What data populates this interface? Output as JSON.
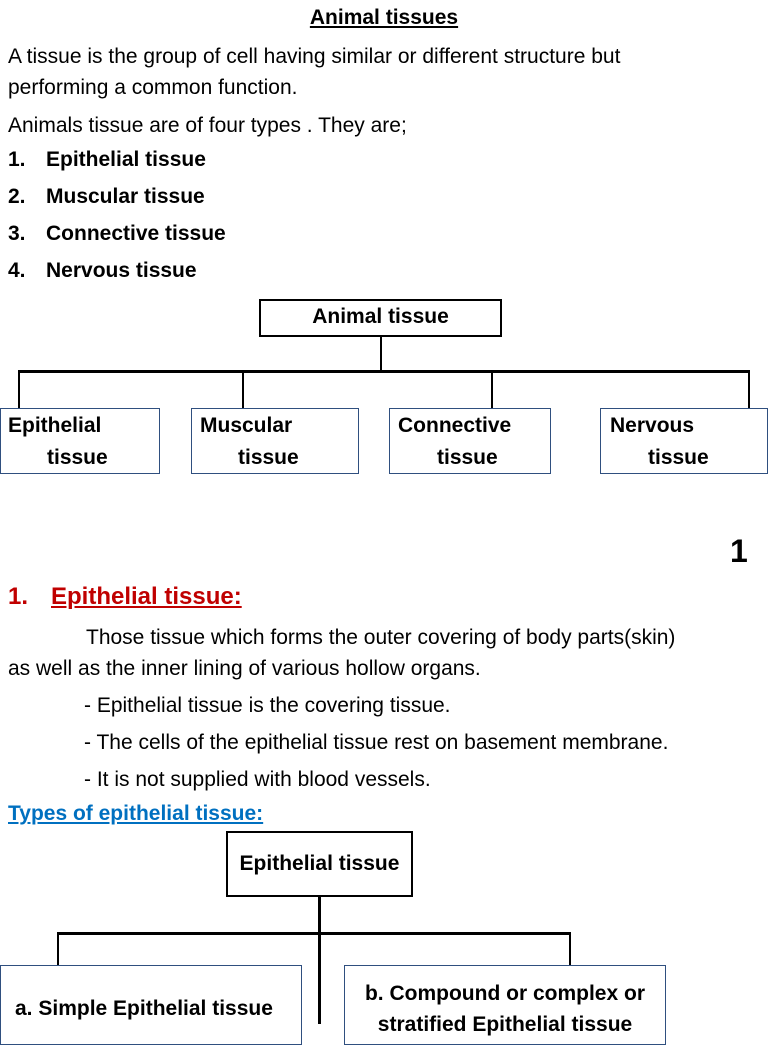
{
  "title": "Animal tissues",
  "intro": {
    "line1": "A tissue is the group of cell having similar or different structure but",
    "line2": "performing a common function.",
    "types_intro": "Animals tissue are of four types . They are;"
  },
  "types_list": [
    {
      "num": "1.",
      "label": "Epithelial tissue"
    },
    {
      "num": "2.",
      "label": "Muscular tissue"
    },
    {
      "num": "3.",
      "label": "Connective tissue"
    },
    {
      "num": "4.",
      "label": "Nervous tissue"
    }
  ],
  "diagram1": {
    "root": "Animal tissue",
    "children": [
      {
        "line1": "Epithelial",
        "line2": "tissue"
      },
      {
        "line1": "Muscular",
        "line2": "tissue"
      },
      {
        "line1": "Connective",
        "line2": "tissue"
      },
      {
        "line1": "Nervous",
        "line2": "tissue"
      }
    ]
  },
  "page_number": "1",
  "section": {
    "num": "1.",
    "title": "Epithelial tissue:",
    "desc_line1": "Those tissue which forms the outer covering of body parts(skin)",
    "desc_line2": "as well as the inner lining of various hollow organs.",
    "bullets": [
      "-  Epithelial tissue is the covering tissue.",
      "- The cells of the epithelial tissue rest on basement membrane.",
      "- It is not supplied with blood vessels."
    ],
    "types_heading": "Types of epithelial tissue:"
  },
  "diagram2": {
    "root": "Epithelial tissue",
    "left": "a. Simple Epithelial tissue",
    "right_line1": "b. Compound or complex or",
    "right_line2": "stratified Epithelial tissue"
  }
}
